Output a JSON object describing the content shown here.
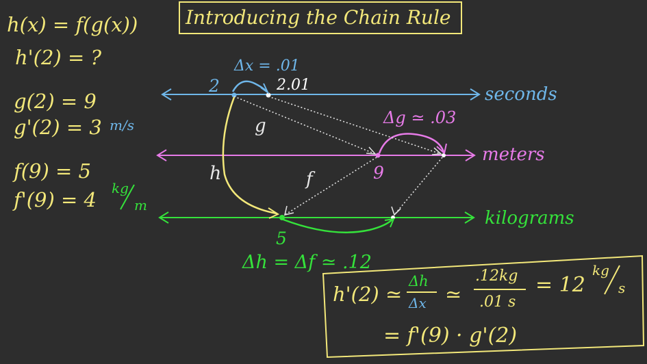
{
  "title": "Introducing the Chain Rule",
  "colors": {
    "background": "#2d2d2d",
    "yellow": "#f3e87a",
    "blue": "#6fb7ea",
    "magenta": "#e77be8",
    "green": "#35e23b",
    "white": "#e8e8e8"
  },
  "given": {
    "composition": "h(x) = f(g(x))",
    "question": "h'(2) = ?",
    "g_at_2": "g(2) = 9",
    "g_prime_at_2": "g'(2) = 3",
    "g_prime_unit": "m/s",
    "f_at_9": "f(9) = 5",
    "f_prime_at_9": "f'(9) = 4",
    "f_prime_unit_num": "kg",
    "f_prime_unit_den": "m"
  },
  "lines": {
    "seconds": "seconds",
    "meters": "meters",
    "kilograms": "kilograms"
  },
  "points": {
    "x_start": "2",
    "x_end": "2.01",
    "g_value": "9",
    "h_value": "5"
  },
  "deltas": {
    "dx": "Δx = .01",
    "dg": "Δg ≃ .03",
    "dh": "Δh = Δf ≃ .12"
  },
  "maps": {
    "g": "g",
    "f": "f",
    "h": "h"
  },
  "result": {
    "lhs": "h'(2) ≃",
    "frac1_num": "Δh",
    "frac1_den": "Δx",
    "approx": "≃",
    "frac2_num": ".12kg",
    "frac2_den": ".01 s",
    "equals": "= 12",
    "unit_num": "kg",
    "unit_den": "s",
    "line2": "= f'(9) · g'(2)"
  }
}
